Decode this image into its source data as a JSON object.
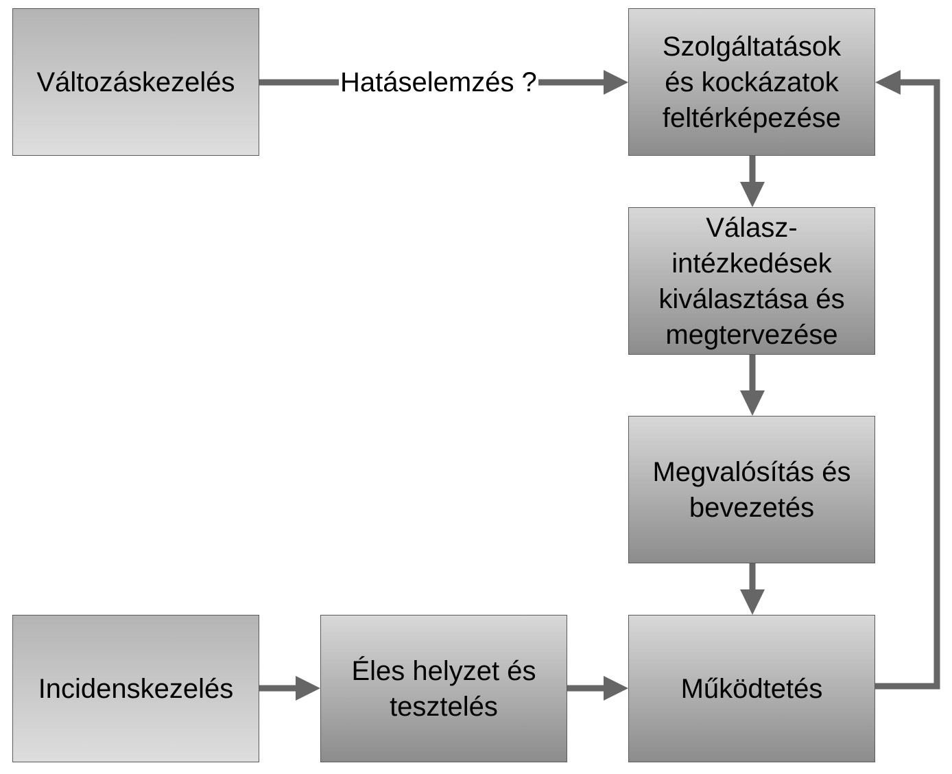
{
  "nodes": {
    "change_management": "Változáskezelés",
    "service_risk_mapping": "Szolgáltatások és kockázatok feltérképezése",
    "response_measures": "Válasz- intézkedések kiválasztása és megtervezése",
    "implementation": "Megvalósítás és bevezetés",
    "incident_management": "Incidenskezelés",
    "live_and_testing": "Éles helyzet és tesztelés",
    "operation": "Működtetés"
  },
  "edge_labels": {
    "impact_analysis": "Hatáselemzés ?"
  },
  "colors": {
    "connector": "#666666",
    "box_border": "#5a5a5a"
  }
}
